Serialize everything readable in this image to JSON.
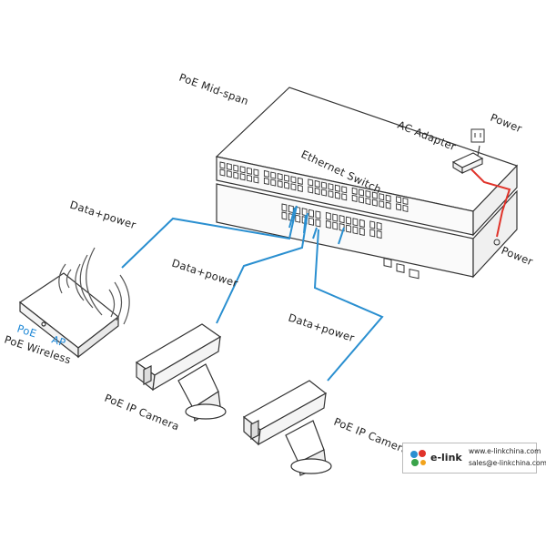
{
  "labels": {
    "poe_midspan": "PoE Mid-span",
    "ethernet_switch": "Ethernet Switch",
    "ac_adapter": "AC Adapter",
    "power_top": "Power",
    "power_right": "Power",
    "data_power_1": "Data+power",
    "data_power_2": "Data+power",
    "data_power_3": "Data+power",
    "poe_ap_poe": "PoE",
    "poe_ap_ap": "AP",
    "poe_wireless": "PoE Wireless",
    "camera_1": "PoE IP Camera",
    "camera_2": "PoE IP Camera"
  },
  "logo": {
    "brand": "e-link",
    "website": "www.e-linkchina.com",
    "email": "sales@e-linkchina.com"
  },
  "colors": {
    "data_cable": "#2a8fd0",
    "power_cable": "#e0332a",
    "line_art": "#333333",
    "label_blue": "#1f88d6"
  }
}
